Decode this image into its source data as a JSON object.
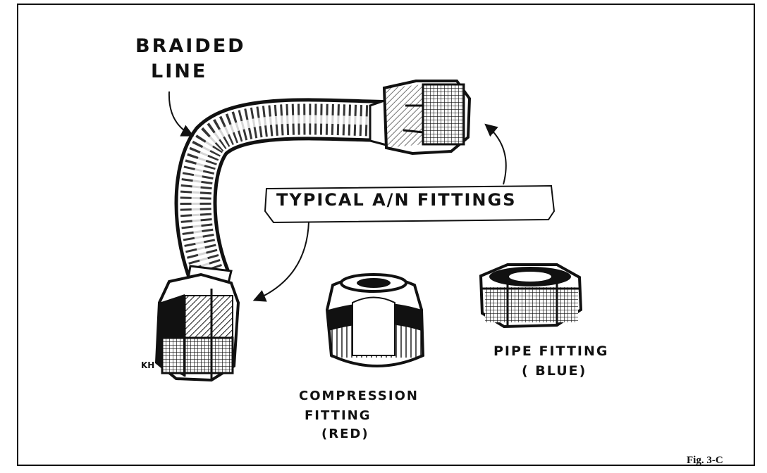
{
  "labels": {
    "braided_line_1": "BRAIDED",
    "braided_line_2": "LINE",
    "typical": "TYPICAL A/N FITTINGS",
    "compression_1": "COMPRESSION",
    "compression_2": "FITTING",
    "compression_3": "(RED)",
    "pipe_1": "PIPE FITTING",
    "pipe_2": "( BLUE)",
    "artist_initials": "KH"
  },
  "caption": "Fig. 3-C",
  "colors": {
    "ink": "#111111",
    "paper": "#ffffff"
  }
}
